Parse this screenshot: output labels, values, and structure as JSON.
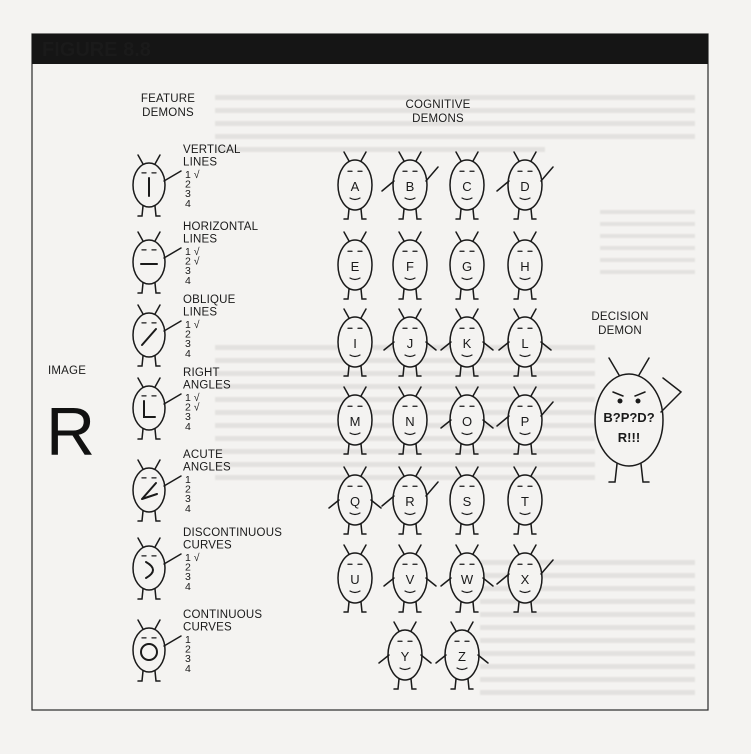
{
  "figure_label": "FIGURE 8.8",
  "labels": {
    "feature_demons": [
      "FEATURE",
      "DEMONS"
    ],
    "cognitive_demons": [
      "COGNITIVE",
      "DEMONS"
    ],
    "decision_demon": [
      "DECISION",
      "DEMON"
    ],
    "image": "IMAGE"
  },
  "image_letter": "R",
  "feature_demons": [
    {
      "label": [
        "VERTICAL",
        "LINES"
      ],
      "counts": [
        "1 √",
        "2",
        "3",
        "4"
      ]
    },
    {
      "label": [
        "HORIZONTAL",
        "LINES"
      ],
      "counts": [
        "1 √",
        "2 √",
        "3",
        "4"
      ]
    },
    {
      "label": [
        "OBLIQUE",
        "LINES"
      ],
      "counts": [
        "1 √",
        "2",
        "3",
        "4"
      ]
    },
    {
      "label": [
        "RIGHT",
        "ANGLES"
      ],
      "counts": [
        "1 √",
        "2 √",
        "3",
        "4"
      ]
    },
    {
      "label": [
        "ACUTE",
        "ANGLES"
      ],
      "counts": [
        "1",
        "2",
        "3",
        "4"
      ]
    },
    {
      "label": [
        "DISCONTINUOUS",
        "CURVES"
      ],
      "counts": [
        "1 √",
        "2",
        "3",
        "4"
      ]
    },
    {
      "label": [
        "CONTINUOUS",
        "CURVES"
      ],
      "counts": [
        "1",
        "2",
        "3",
        "4"
      ]
    }
  ],
  "cognitive_demons": [
    "A",
    "B",
    "C",
    "D",
    "E",
    "F",
    "G",
    "H",
    "I",
    "J",
    "K",
    "L",
    "M",
    "N",
    "O",
    "P",
    "Q",
    "R",
    "S",
    "T",
    "U",
    "V",
    "W",
    "X",
    "Y",
    "Z"
  ],
  "decision_demon_text": [
    "B?P?D?",
    "R!!!"
  ]
}
